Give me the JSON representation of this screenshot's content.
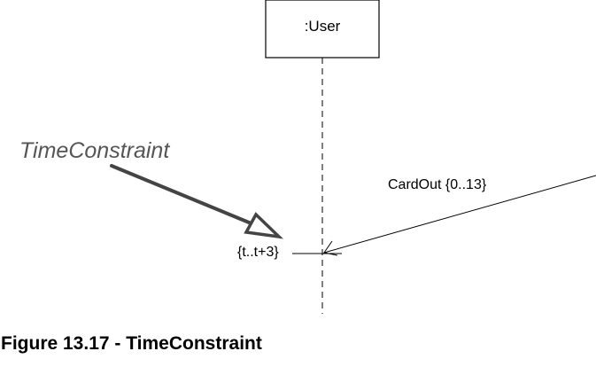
{
  "lifeline": {
    "label": ":User"
  },
  "annotation": {
    "label": "TimeConstraint"
  },
  "message": {
    "label": "CardOut {0..13}"
  },
  "constraint": {
    "label": "{t..t+3}"
  },
  "caption": {
    "text": "Figure 13.17 - TimeConstraint"
  },
  "colors": {
    "line": "#000000",
    "annotation_text": "#555555",
    "annotation_arrow": "#444444",
    "background": "#ffffff"
  }
}
